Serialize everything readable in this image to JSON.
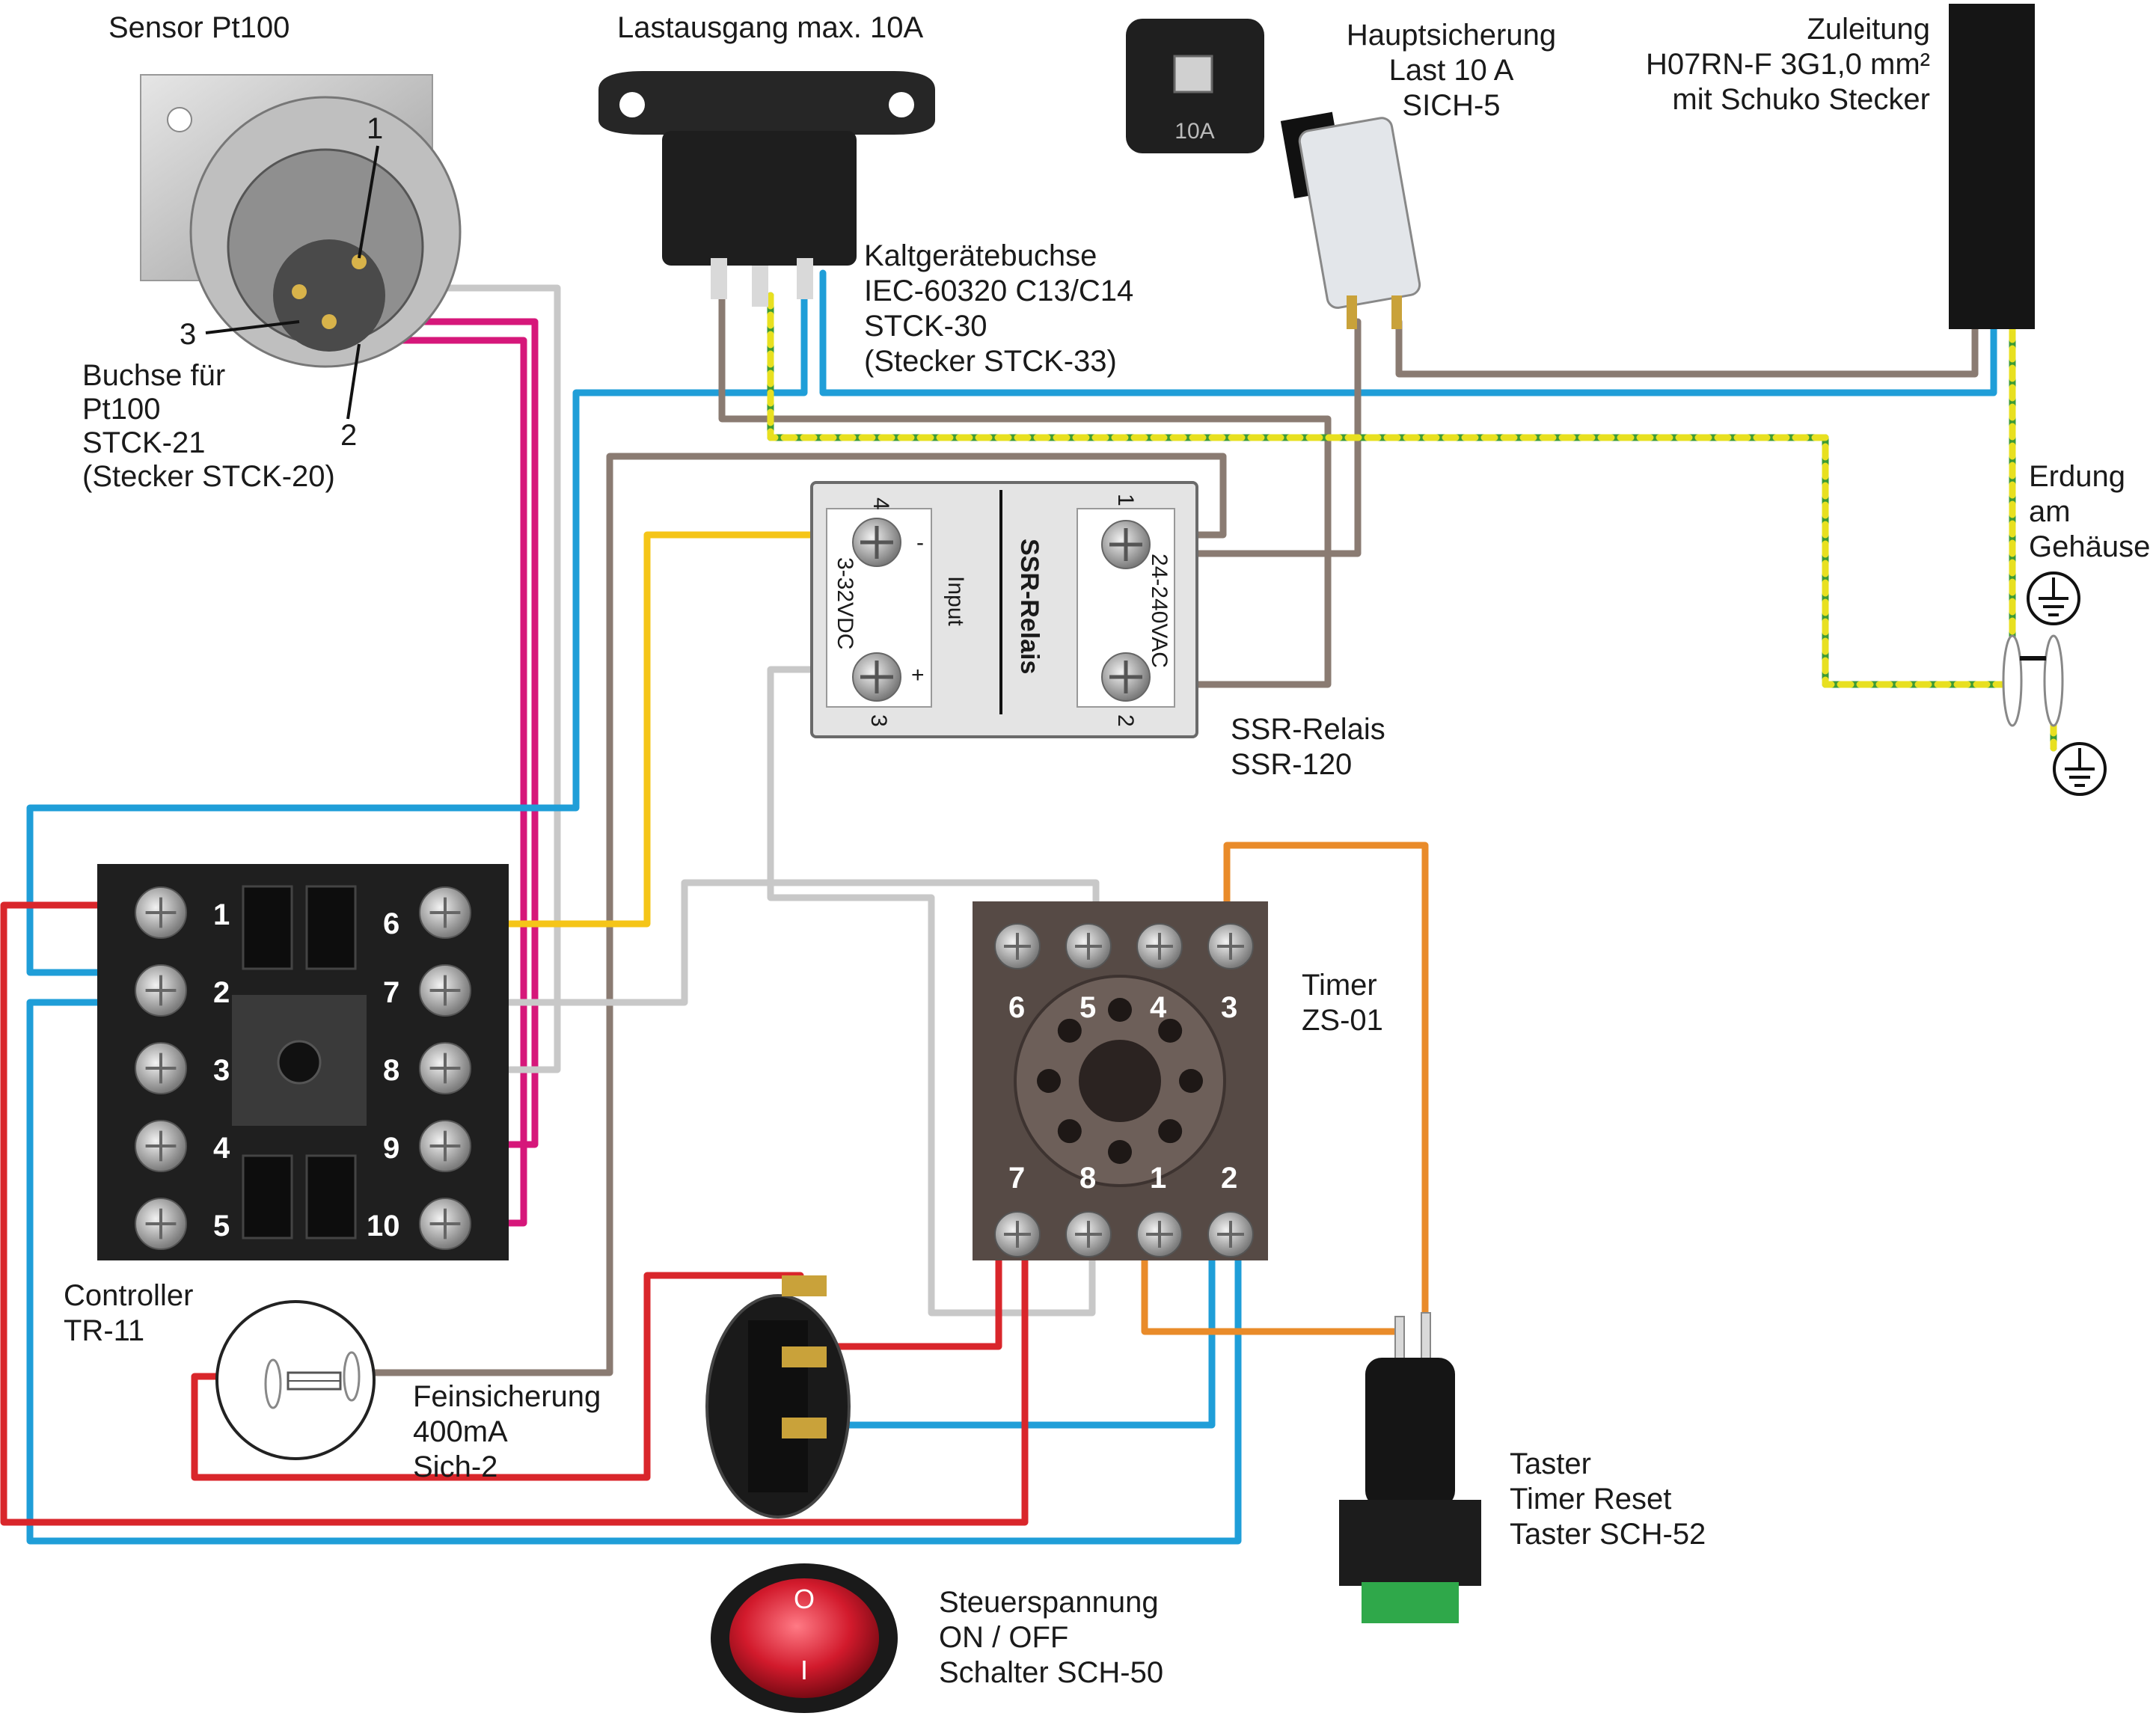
{
  "components": {
    "sensor": {
      "title": "Sensor Pt100",
      "pin1": "1",
      "pin2": "2",
      "pin3": "3",
      "socket_lines": [
        "Buchse für",
        "Pt100",
        "STCK-21",
        "(Stecker STCK-20)"
      ]
    },
    "load_out": {
      "title": "Lastausgang max. 10A",
      "lines": [
        "Kaltgerätebuchse",
        "IEC-60320 C13/C14",
        "STCK-30",
        "(Stecker STCK-33)"
      ]
    },
    "fuse_cap": {
      "label": "10A"
    },
    "main_fuse": {
      "lines": [
        "Hauptsicherung",
        "Last 10 A",
        "SICH-5"
      ]
    },
    "supply": {
      "lines": [
        "Zuleitung",
        "H07RN-F 3G1,0 mm²",
        "mit Schuko Stecker"
      ]
    },
    "ground": {
      "lines": [
        "Erdung",
        "am",
        "Gehäuse"
      ]
    },
    "ssr": {
      "title": "SSR-Relais",
      "input": "Input",
      "dc": "3-32VDC",
      "ac": "24-240VAC",
      "minus": "-",
      "plus": "+",
      "t1": "1",
      "t2": "2",
      "t3": "3",
      "t4": "4",
      "lines": [
        "SSR-Relais",
        "SSR-120"
      ]
    },
    "controller": {
      "lines": [
        "Controller",
        "TR-11"
      ],
      "left_terms": [
        "1",
        "2",
        "3",
        "4",
        "5"
      ],
      "right_terms": [
        "6",
        "7",
        "8",
        "9",
        "10"
      ]
    },
    "timer": {
      "lines": [
        "Timer",
        "ZS-01"
      ],
      "top_terms": [
        "6",
        "5",
        "4",
        "3"
      ],
      "bottom_terms": [
        "7",
        "8",
        "1",
        "2"
      ]
    },
    "fine_fuse": {
      "lines": [
        "Feinsicherung",
        "400mA",
        "Sich-2"
      ]
    },
    "button": {
      "lines": [
        "Taster",
        "Timer Reset",
        "Taster SCH-52"
      ]
    },
    "switch": {
      "lines": [
        "Steuerspannung",
        "ON / OFF",
        "Schalter SCH-50"
      ],
      "on": "I",
      "off": "O"
    }
  },
  "wire_colors": {
    "brown": "#8a7b72",
    "blue": "#1f9ed8",
    "red": "#d9262b",
    "magenta": "#d6177a",
    "gray": "#c8c8c8",
    "yellow": "#f5c518",
    "orange": "#e98b2a",
    "pe_green": "#3c9a35",
    "pe_yellow": "#e8e020"
  }
}
